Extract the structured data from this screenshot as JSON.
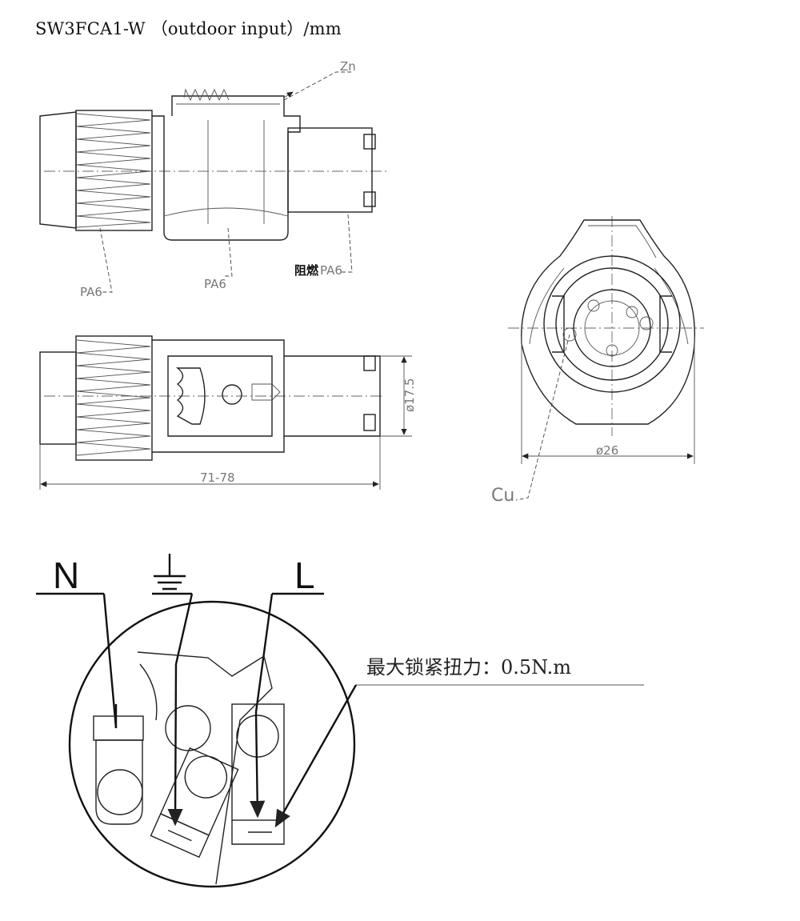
{
  "title": "SW3FCA1-W （outdoor input）/mm",
  "labels": {
    "zn": "Zn",
    "pa6_left": "PA6",
    "pa6_mid": "PA6",
    "flame_retardant": "阻燃",
    "pa6_right": "PA6",
    "dim_diameter_small": "ø17.5",
    "dim_length": "71-78",
    "dim_diameter_large": "ø26",
    "cu": "Cu"
  },
  "terminals": {
    "neutral": "N",
    "line": "L",
    "ground_icon": "ground-symbol"
  },
  "torque_note": "最大锁紧扭力：0.5N.m",
  "colors": {
    "line": "#222222",
    "label_gray": "#777777"
  }
}
